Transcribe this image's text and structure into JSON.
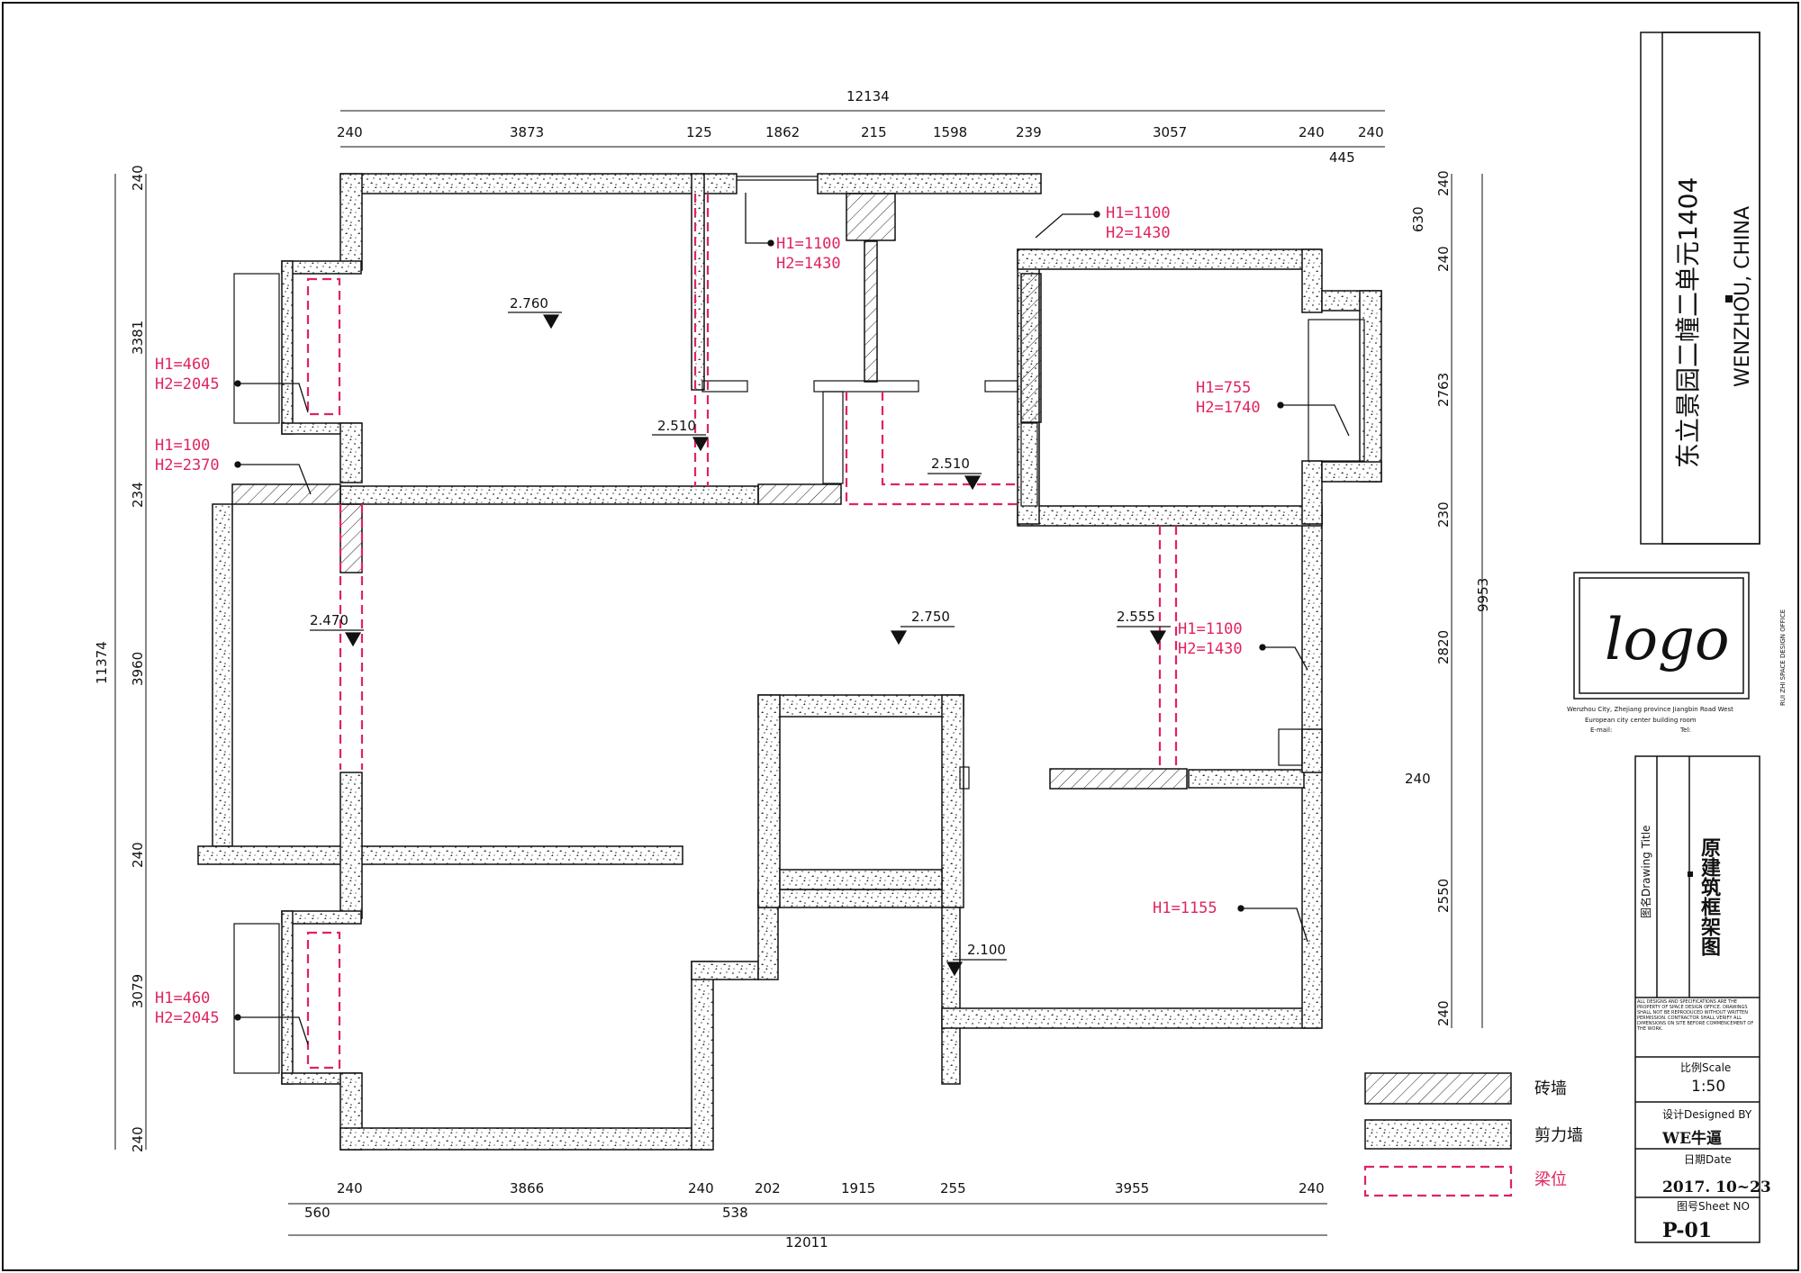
{
  "project_title": "东立景园二幢二单元1404",
  "project_city": "WENZHOU, CHINA",
  "company_vertical": "RUI ZHI SPACE DESIGN OFFICE",
  "logo_text": "logo",
  "address_line1": "Wenzhou City, Zhejiang province Jiangbin Road West",
  "address_line2": "European city center building room",
  "email_label": "E-mail:",
  "tel_label": "Tel:",
  "drawing_title_label": "图名Drawing Title",
  "drawing_title": "原建筑框架图",
  "disclaimer": "ALL DESIGNS AND SPECIFICATIONS ARE THE PROPERTY OF SPACE DESIGN OFFICE. DRAWINGS SHALL NOT BE REPRODUCED WITHOUT WRITTEN PERMISSION. CONTRACTOR SHALL VERIFY ALL DIMENSIONS ON SITE BEFORE COMMENCEMENT OF THE WORK.",
  "scale_label": "比例Scale",
  "scale_value": "1:50",
  "designed_label": "设计Designed BY",
  "designed_value": "WE牛逼",
  "date_label": "日期Date",
  "date_value": "2017. 10~23",
  "sheet_label": "图号Sheet NO",
  "sheet_value": "P-01",
  "legend": {
    "brick": "砖墙",
    "shear": "剪力墙",
    "beam": "梁位"
  },
  "dims": {
    "top_total": "12134",
    "top": [
      "240",
      "3873",
      "125",
      "1862",
      "215",
      "1598",
      "239",
      "3057",
      "240",
      "240"
    ],
    "top_extra": "445",
    "bottom_total": "12011",
    "bottom": [
      "240",
      "3866",
      "240",
      "202",
      "1915",
      "255",
      "3955",
      "240"
    ],
    "bottom_extra1": "560",
    "bottom_extra2": "538",
    "left_total": "11374",
    "left": [
      "240",
      "3381",
      "234",
      "3960",
      "240",
      "3079",
      "240"
    ],
    "right_total": "9953",
    "right": [
      "240",
      "630",
      "240",
      "2763",
      "230",
      "2820",
      "240",
      "2550",
      "240"
    ]
  },
  "levels": [
    "2.760",
    "2.510",
    "2.510",
    "2.470",
    "2.750",
    "2.555",
    "2.100"
  ],
  "notes": {
    "n1a": "H1=1100",
    "n1b": "H2=1430",
    "n2a": "H1=1100",
    "n2b": "H2=1430",
    "n3a": "H1=460",
    "n3b": "H2=2045",
    "n4a": "H1=100",
    "n4b": "H2=2370",
    "n5a": "H1=755",
    "n5b": "H2=1740",
    "n6a": "H1=1100",
    "n6b": "H2=1430",
    "n7a": "H1=460",
    "n7b": "H2=2045",
    "n8": "H1=1155"
  },
  "colors": {
    "beam": "#e0245e",
    "note": "#e0245e",
    "line": "#111111"
  }
}
